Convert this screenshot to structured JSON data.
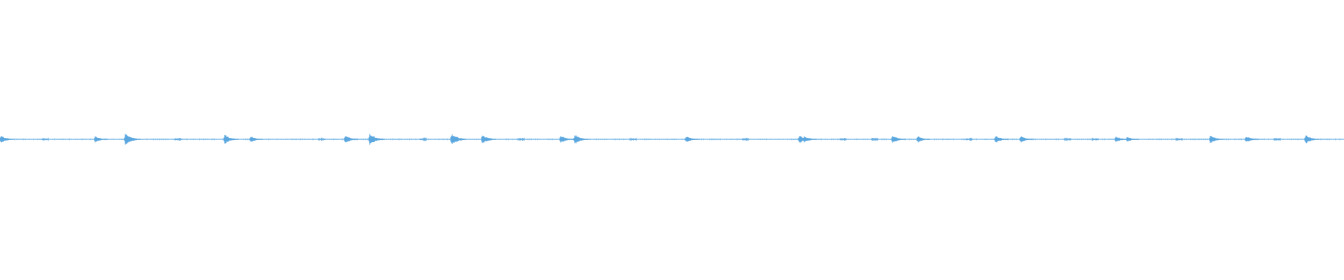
{
  "waveform": {
    "color": "#5aa6de",
    "baseline_color": "#6db3e6",
    "background": "#ffffff",
    "transient_amplitudes": [
      0.6,
      0.5,
      0.9,
      0.7,
      0.5,
      0.6,
      0.9,
      0.9,
      0.7,
      0.6,
      0.7,
      0.5,
      0.6,
      0.5,
      0.6,
      0.5,
      0.6,
      0.5,
      0.5,
      0.4,
      0.6,
      0.5,
      0.7
    ]
  }
}
